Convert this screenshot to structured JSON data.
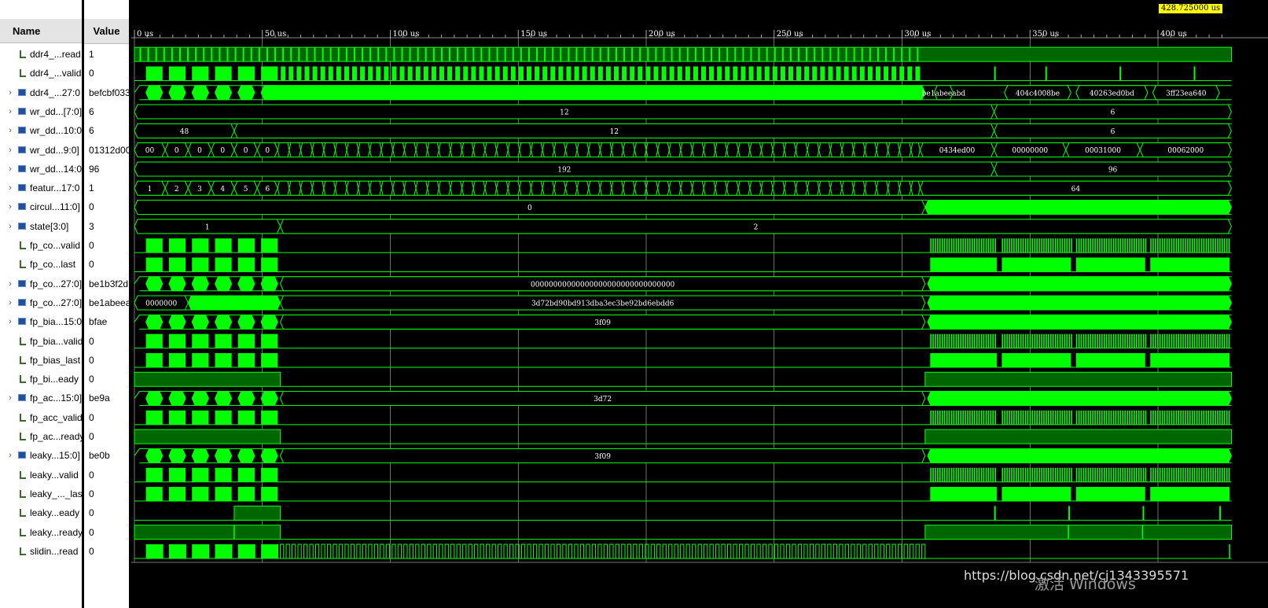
{
  "columns": {
    "name": "Name",
    "value": "Value"
  },
  "cursor_time": "428.725000 us",
  "time_axis": {
    "unit": "us",
    "range": [
      0,
      428.725
    ],
    "labels": [
      "0 us",
      "50 us",
      "100 us",
      "150 us",
      "200 us",
      "250 us",
      "300 us",
      "350 us",
      "400 us"
    ]
  },
  "signals": [
    {
      "name": "ddr4_...read",
      "value": "1",
      "kind": "bit",
      "expandable": false
    },
    {
      "name": "ddr4_...valid",
      "value": "0",
      "kind": "bit",
      "expandable": false
    },
    {
      "name": "ddr4_...27:0",
      "value": "befcbf033",
      "kind": "bus",
      "expandable": true
    },
    {
      "name": "wr_dd...[7:0]",
      "value": "6",
      "kind": "bus",
      "expandable": true
    },
    {
      "name": "wr_dd...10:0",
      "value": "6",
      "kind": "bus",
      "expandable": true
    },
    {
      "name": "wr_dd...9:0]",
      "value": "01312d00",
      "kind": "bus",
      "expandable": true
    },
    {
      "name": "wr_dd...14:0",
      "value": "96",
      "kind": "bus",
      "expandable": true
    },
    {
      "name": "featur...17:0",
      "value": "1",
      "kind": "bus",
      "expandable": true
    },
    {
      "name": "circul...11:0]",
      "value": "0",
      "kind": "bus",
      "expandable": true
    },
    {
      "name": "state[3:0]",
      "value": "3",
      "kind": "bus",
      "expandable": true
    },
    {
      "name": "fp_co...valid",
      "value": "0",
      "kind": "bit",
      "expandable": false
    },
    {
      "name": "fp_co...last",
      "value": "0",
      "kind": "bit",
      "expandable": false
    },
    {
      "name": "fp_co...27:0]",
      "value": "be1b3f2d",
      "kind": "bus",
      "expandable": true
    },
    {
      "name": "fp_co...27:0]",
      "value": "be1abeea",
      "kind": "bus",
      "expandable": true
    },
    {
      "name": "fp_bia...15:0",
      "value": "bfae",
      "kind": "bus",
      "expandable": true
    },
    {
      "name": "fp_bia...valid",
      "value": "0",
      "kind": "bit",
      "expandable": false
    },
    {
      "name": "fp_bias_last",
      "value": "0",
      "kind": "bit",
      "expandable": false
    },
    {
      "name": "fp_bi...eady",
      "value": "0",
      "kind": "bit",
      "expandable": false
    },
    {
      "name": "fp_ac...15:0]",
      "value": "be9a",
      "kind": "bus",
      "expandable": true
    },
    {
      "name": "fp_acc_valid",
      "value": "0",
      "kind": "bit",
      "expandable": false
    },
    {
      "name": "fp_ac...ready",
      "value": "0",
      "kind": "bit",
      "expandable": false
    },
    {
      "name": "leaky...15:0]",
      "value": "be0b",
      "kind": "bus",
      "expandable": true
    },
    {
      "name": "leaky...valid",
      "value": "0",
      "kind": "bit",
      "expandable": false
    },
    {
      "name": "leaky_..._last",
      "value": "0",
      "kind": "bit",
      "expandable": false
    },
    {
      "name": "leaky...eady",
      "value": "0",
      "kind": "bit",
      "expandable": false
    },
    {
      "name": "leaky...ready",
      "value": "0",
      "kind": "bit",
      "expandable": false
    },
    {
      "name": "slidin...read",
      "value": "0",
      "kind": "bit",
      "expandable": false
    }
  ],
  "bus_segments": {
    "2": [
      [
        312.5,
        320.0,
        "be1abeeabd"
      ],
      [
        340.0,
        366.0,
        "404c4008be"
      ],
      [
        368.0,
        396.0,
        "40263ed0bd"
      ],
      [
        398.0,
        424.0,
        "3ff23ea640"
      ]
    ],
    "3": [
      [
        0,
        336.0,
        "12"
      ],
      [
        336.0,
        428.7,
        "6"
      ]
    ],
    "4": [
      [
        0,
        39.0,
        "48"
      ],
      [
        39.0,
        336.0,
        "12"
      ],
      [
        336.0,
        428.7,
        "6"
      ]
    ],
    "5": [
      [
        0,
        12.0,
        "00"
      ],
      [
        12.0,
        21.0,
        "0"
      ],
      [
        21.0,
        30.0,
        "0"
      ],
      [
        30.0,
        39.0,
        "0"
      ],
      [
        39.0,
        48.0,
        "0"
      ],
      [
        48.0,
        56.0,
        "0"
      ],
      [
        307.0,
        336.0,
        "0434ed00"
      ],
      [
        336.0,
        364.0,
        "00000000"
      ],
      [
        364.0,
        393.0,
        "00031000"
      ],
      [
        393.0,
        428.7,
        "00062000"
      ]
    ],
    "6": [
      [
        0,
        336.0,
        "192"
      ],
      [
        336.0,
        428.7,
        "96"
      ]
    ],
    "7": [
      [
        0,
        12.0,
        "1"
      ],
      [
        12.0,
        21.0,
        "2"
      ],
      [
        21.0,
        30.0,
        "3"
      ],
      [
        30.0,
        39.0,
        "4"
      ],
      [
        39.0,
        48.0,
        "5"
      ],
      [
        48.0,
        56.0,
        "6"
      ],
      [
        307.0,
        428.7,
        "64"
      ]
    ],
    "8": [
      [
        0,
        309.0,
        "0"
      ]
    ],
    "9": [
      [
        0,
        57.0,
        "1"
      ],
      [
        57.0,
        428.7,
        "2"
      ]
    ],
    "12": [
      [
        57.0,
        309.0,
        "00000000000000000000000000000000"
      ]
    ],
    "13": [
      [
        0,
        21.0,
        "0000000"
      ],
      [
        57.0,
        309.0,
        "3d72bd90bd913dba3ec3be92bd6ebdd6"
      ]
    ],
    "14": [
      [
        57.0,
        309.0,
        "3f09"
      ]
    ],
    "18": [
      [
        57.0,
        309.0,
        "3d72"
      ]
    ],
    "21": [
      [
        57.0,
        309.0,
        "3f09"
      ]
    ]
  },
  "watermark": "https://blog.csdn.net/cj1343395571",
  "activate_text": "激活 Windows",
  "colors": {
    "wave": "#00ff00",
    "fill": "#00ff00",
    "high_fill": "#006600",
    "grid": "#ffffff",
    "cursor_bg": "#ffff00"
  }
}
